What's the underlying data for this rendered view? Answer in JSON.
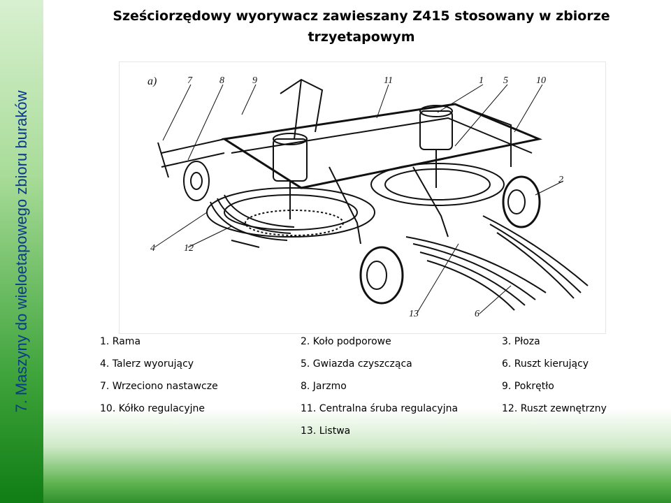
{
  "sidebar": {
    "text": "7. Maszyny do wieloetapowego zbioru buraków"
  },
  "title": "Sześciorzędowy wyorywacz zawieszany Z415 stosowany w zbiorze trzyetapowym",
  "figure": {
    "panel_label": "a)",
    "callouts": [
      "7",
      "8",
      "9",
      "11",
      "1",
      "5",
      "10",
      "2",
      "4",
      "12",
      "13",
      "6"
    ]
  },
  "legend": {
    "rows": [
      [
        "1. Rama",
        "2. Koło podporowe",
        "3. Płoza"
      ],
      [
        "4. Talerz wyorujący",
        "5. Gwiazda czyszcząca",
        "6. Ruszt kierujący"
      ],
      [
        "7. Wrzeciono nastawcze",
        "8. Jarzmo",
        "9. Pokrętło"
      ],
      [
        "10. Kółko regulacyjne",
        "11. Centralna śruba regulacyjna",
        "12. Ruszt zewnętrzny"
      ],
      [
        "",
        "13. Listwa",
        ""
      ]
    ]
  }
}
